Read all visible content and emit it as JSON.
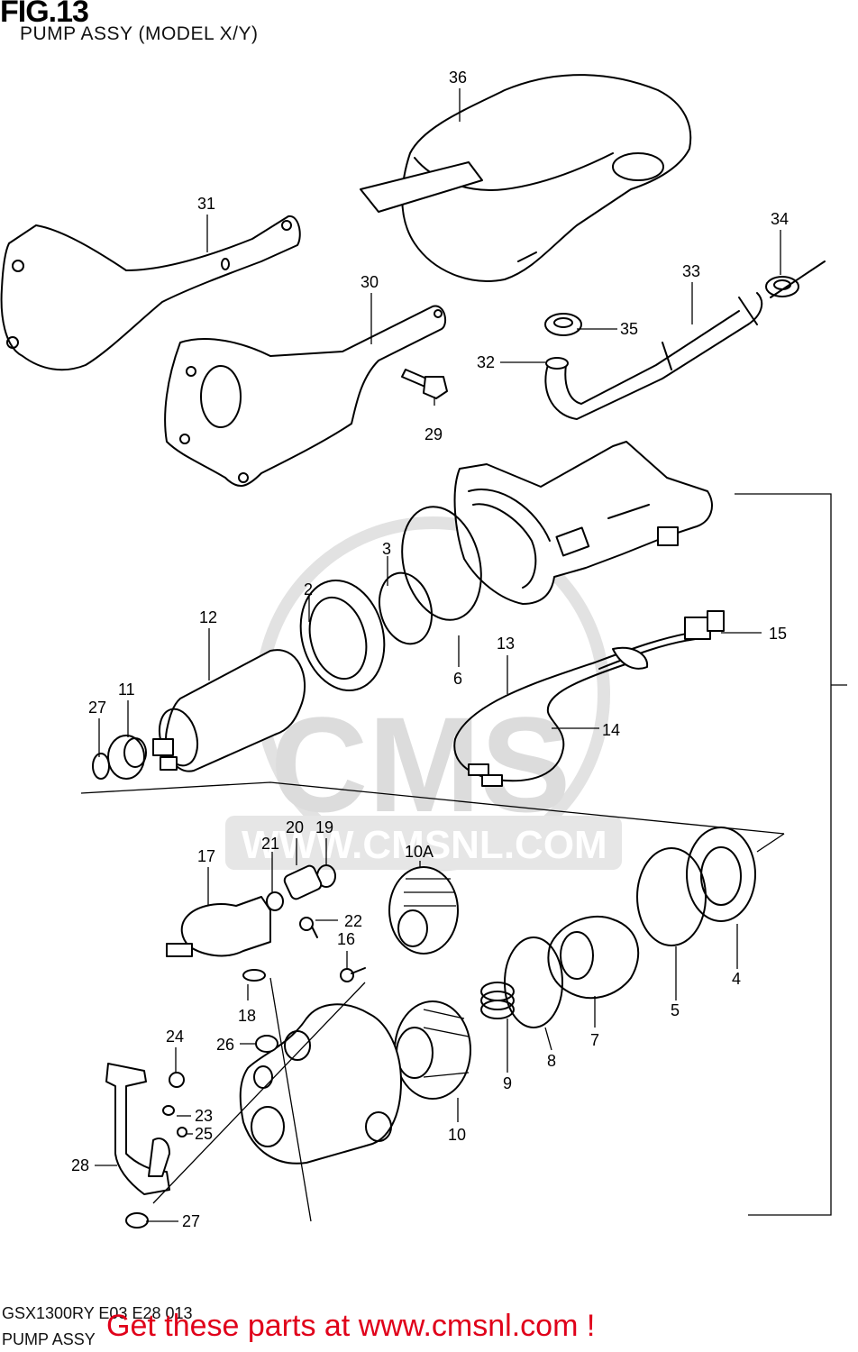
{
  "figure": {
    "title": "FIG.13",
    "subtitle": "PUMP ASSY (MODEL X/Y)"
  },
  "watermark": {
    "url_text": "WWW.CMSNL.COM",
    "logo_text": "CMS"
  },
  "part_labels": {
    "p36": "36",
    "p31": "31",
    "p34": "34",
    "p30": "30",
    "p33": "33",
    "p35": "35",
    "p32": "32",
    "p29": "29",
    "p3": "3",
    "p2": "2",
    "p12": "12",
    "p15": "15",
    "p13": "13",
    "p6": "6",
    "p11": "11",
    "p27a": "27",
    "p14": "14",
    "p20": "20",
    "p19": "19",
    "p21": "21",
    "p10a": "10A",
    "p17": "17",
    "p22": "22",
    "p16": "16",
    "p18": "18",
    "p4": "4",
    "p5": "5",
    "p7": "7",
    "p8": "8",
    "p9": "9",
    "p24": "24",
    "p26": "26",
    "p23": "23",
    "p25": "25",
    "p28": "28",
    "p10": "10",
    "p27b": "27"
  },
  "footer": {
    "model_code": "GSX1300RY E03 E28 013",
    "section_name": "PUMP ASSY",
    "call_to_action": "Get these parts at www.cmsnl.com !"
  }
}
